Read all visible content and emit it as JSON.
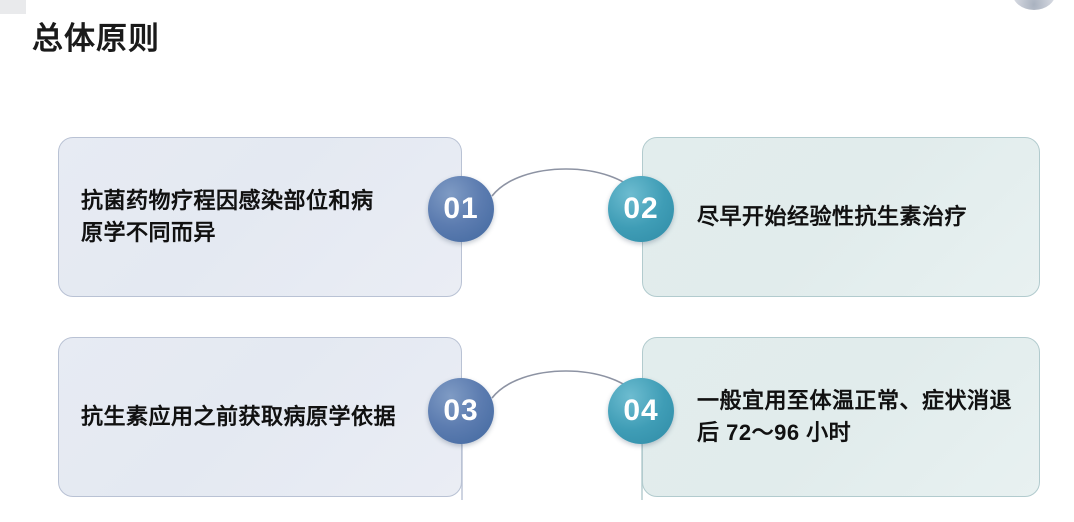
{
  "slide": {
    "title": "总体原则",
    "background_color": "#ffffff",
    "title_color": "#1a1a1a"
  },
  "theme": {
    "blue_card_bg": "#e7ebf3",
    "blue_card_border": "#b9c2d4",
    "teal_card_bg": "#e2eded",
    "teal_card_border": "#b2cbce",
    "blue_badge": "#5c7cb0",
    "teal_badge": "#3f9db6",
    "connector_line": "#8d93a3",
    "text_color": "#111111"
  },
  "items": [
    {
      "number": "01",
      "text": "抗菌药物疗程因感染部位和病\n原学不同而异",
      "accent": "blue",
      "side": "left",
      "row": 1
    },
    {
      "number": "02",
      "text": "尽早开始经验性抗生素治疗",
      "accent": "teal",
      "side": "right",
      "row": 1
    },
    {
      "number": "03",
      "text": "抗生素应用之前获取病原学依据",
      "accent": "blue",
      "side": "left",
      "row": 2
    },
    {
      "number": "04",
      "text": "一般宜用至体温正常、症状消退\n后 72～96 小时",
      "accent": "teal",
      "side": "right",
      "row": 2
    }
  ],
  "connectors": [
    {
      "from": "01",
      "to": "02"
    },
    {
      "from": "03",
      "to": "04"
    }
  ]
}
